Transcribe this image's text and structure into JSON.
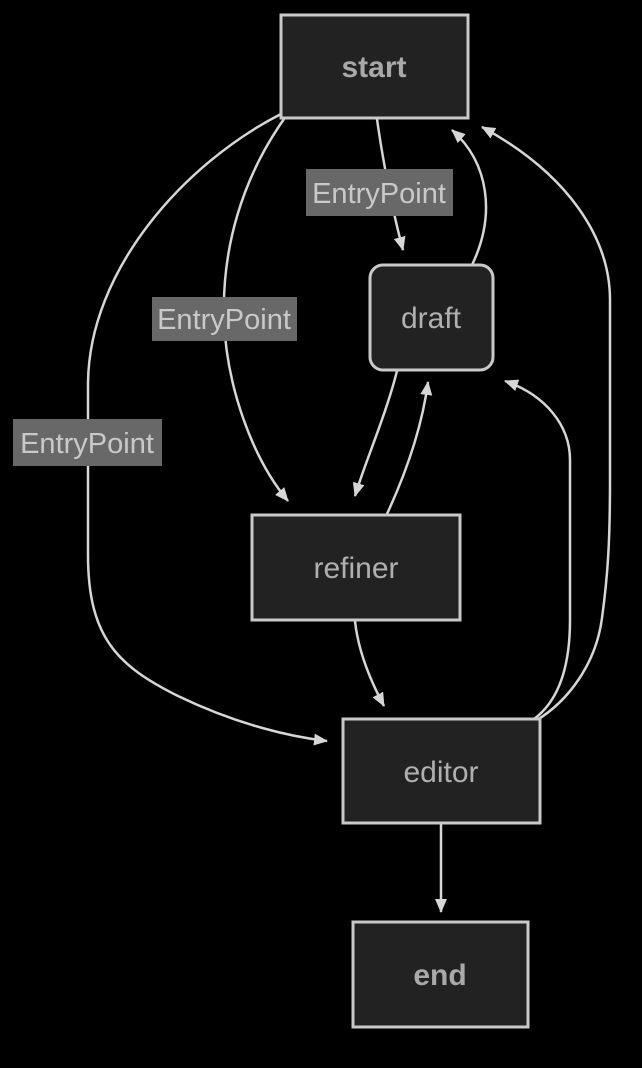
{
  "diagram": {
    "type": "state-graph",
    "background_color": "#000000",
    "node_fill_color": "#222222",
    "node_border_color": "#c9c9c9",
    "node_text_color": "#b0b0b0",
    "edge_color": "#d6d6d6",
    "edge_label_background_color": "#686868",
    "edge_label_text_color": "#c9c9c9",
    "nodes": [
      {
        "id": "start",
        "label": "start",
        "shape": "rect",
        "bold": true
      },
      {
        "id": "draft",
        "label": "draft",
        "shape": "rounded-rect",
        "bold": false
      },
      {
        "id": "refiner",
        "label": "refiner",
        "shape": "rect",
        "bold": false
      },
      {
        "id": "editor",
        "label": "editor",
        "shape": "rect",
        "bold": false
      },
      {
        "id": "end",
        "label": "end",
        "shape": "rect",
        "bold": true
      }
    ],
    "edges": [
      {
        "from": "start",
        "to": "draft",
        "label": "EntryPoint"
      },
      {
        "from": "start",
        "to": "refiner",
        "label": "EntryPoint"
      },
      {
        "from": "start",
        "to": "editor",
        "label": "EntryPoint"
      },
      {
        "from": "draft",
        "to": "refiner",
        "label": ""
      },
      {
        "from": "draft",
        "to": "start",
        "label": ""
      },
      {
        "from": "refiner",
        "to": "draft",
        "label": ""
      },
      {
        "from": "refiner",
        "to": "editor",
        "label": ""
      },
      {
        "from": "editor",
        "to": "draft",
        "label": ""
      },
      {
        "from": "editor",
        "to": "start",
        "label": ""
      },
      {
        "from": "editor",
        "to": "end",
        "label": ""
      }
    ]
  }
}
